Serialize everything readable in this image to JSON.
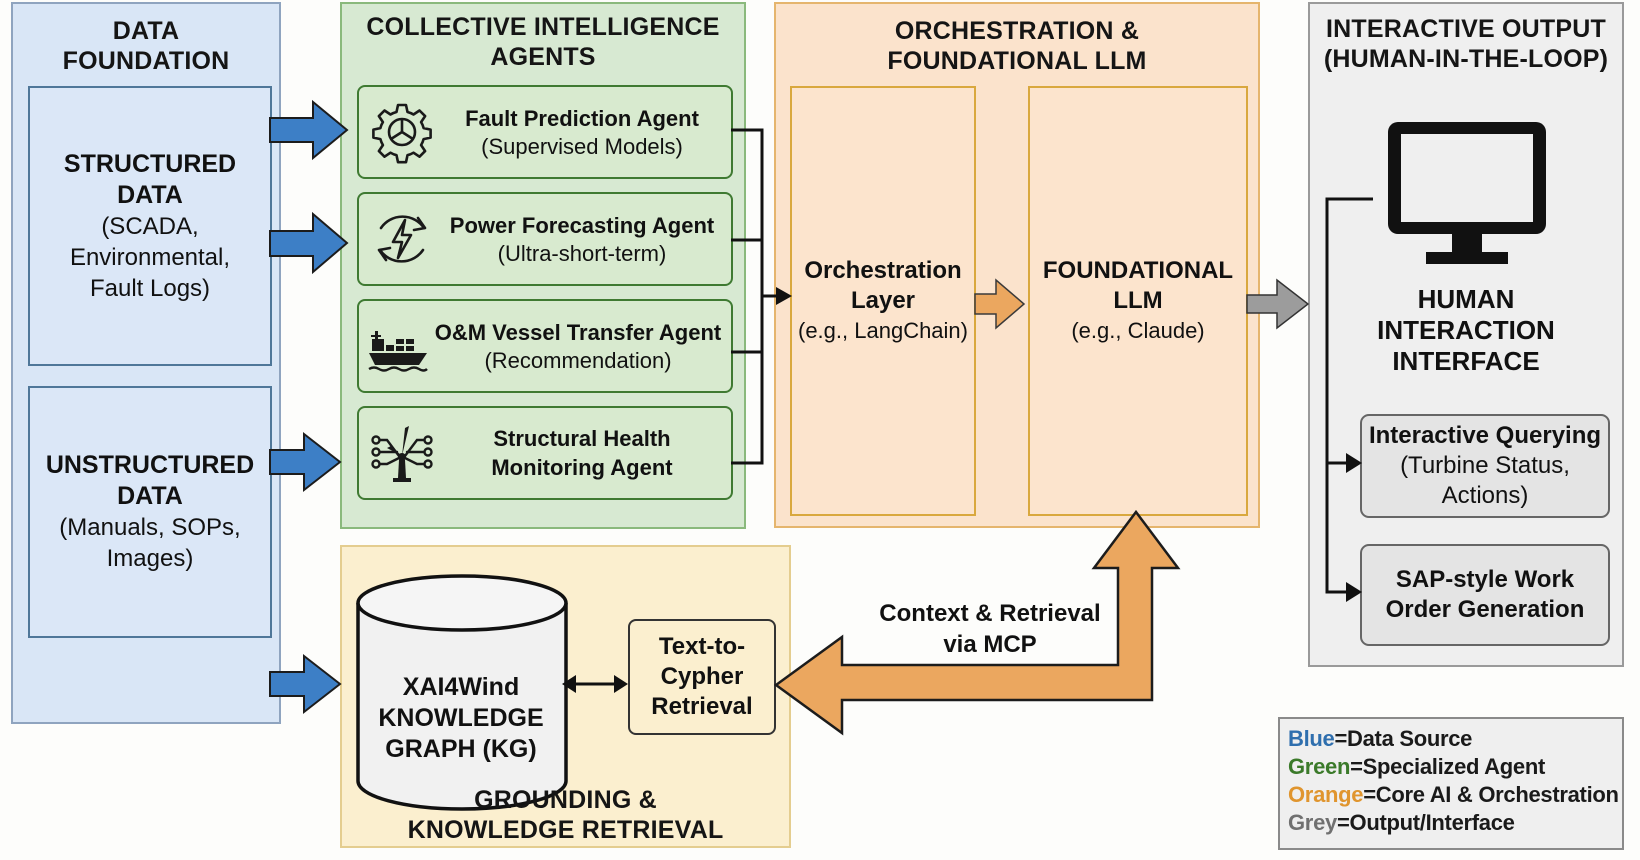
{
  "panels": {
    "data_foundation": {
      "title_lines": [
        "DATA",
        "FOUNDATION"
      ],
      "structured": {
        "heading_lines": [
          "STRUCTURED",
          "DATA"
        ],
        "detail_lines": [
          "(SCADA,",
          "Environmental,",
          "Fault Logs)"
        ]
      },
      "unstructured": {
        "heading_lines": [
          "UNSTRUCTURED",
          "DATA"
        ],
        "detail_lines": [
          "(Manuals, SOPs,",
          "Images)"
        ]
      }
    },
    "agents": {
      "title_lines": [
        "COLLECTIVE INTELLIGENCE",
        "AGENTS"
      ],
      "items": [
        {
          "icon": "gear-icon",
          "name": "Fault Prediction Agent",
          "detail": "(Supervised Models)"
        },
        {
          "icon": "lightning-refresh-icon",
          "name": "Power Forecasting Agent",
          "detail": "(Ultra-short-term)"
        },
        {
          "icon": "ship-icon",
          "name": "O&M Vessel Transfer Agent",
          "detail": "(Recommendation)"
        },
        {
          "icon": "wind-turbine-sensor-icon",
          "name": "Structural Health",
          "detail": "Monitoring Agent"
        }
      ]
    },
    "orchestration": {
      "title_lines": [
        "ORCHESTRATION &",
        "FOUNDATIONAL LLM"
      ],
      "layer": {
        "heading_lines": [
          "Orchestration",
          "Layer"
        ],
        "detail": "(e.g., LangChain)"
      },
      "llm": {
        "heading_lines": [
          "FOUNDATIONAL",
          "LLM"
        ],
        "detail": "(e.g., Claude)"
      }
    },
    "output": {
      "title_lines": [
        "INTERACTIVE OUTPUT",
        "(HUMAN-IN-THE-LOOP)"
      ],
      "interface_lines": [
        "HUMAN",
        "INTERACTION",
        "INTERFACE"
      ],
      "querying": {
        "heading": "Interactive Querying",
        "detail_lines": [
          "(Turbine Status,",
          "Actions)"
        ]
      },
      "work_order": {
        "heading_lines": [
          "SAP-style Work",
          "Order Generation"
        ]
      }
    },
    "grounding": {
      "title_lines": [
        "GROUNDING &",
        "KNOWLEDGE RETRIEVAL"
      ],
      "kg_lines": [
        "XAI4Wind",
        "KNOWLEDGE",
        "GRAPH (KG)"
      ],
      "cypher_lines": [
        "Text-to-",
        "Cypher",
        "Retrieval"
      ]
    }
  },
  "connectors": {
    "mcp_label_lines": [
      "Context & Retrieval",
      "via MCP"
    ]
  },
  "legend": {
    "items": [
      {
        "key": "Blue",
        "value": "=Data Source",
        "color": "#2f6fae"
      },
      {
        "key": "Green",
        "value": "=Specialized Agent",
        "color": "#3b7a2a"
      },
      {
        "key": "Orange",
        "value": "=Core AI & Orchestration",
        "color": "#e0952e"
      },
      {
        "key": "Grey",
        "value": "=Output/Interface",
        "color": "#707070"
      }
    ]
  },
  "colors": {
    "blue_arrow": "#3d7fc6",
    "orange_arrow": "#eba75f",
    "grey_arrow": "#9c9c9c"
  }
}
